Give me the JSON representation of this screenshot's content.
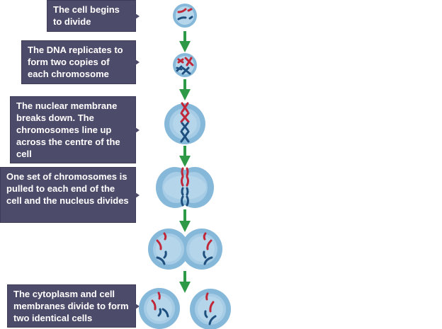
{
  "title": "Stages of cell division (mitosis)",
  "steps": [
    {
      "label": "The cell begins to divide"
    },
    {
      "label": "The DNA replicates to form two copies of each chromosome"
    },
    {
      "label": "The nuclear membrane breaks down. The chromosomes line up across the centre of the cell"
    },
    {
      "label": "One set of chromosomes is pulled to each end of the cell and the nucleus divides"
    },
    {
      "label": "The cytoplasm and cell membranes divide to form two identical cells"
    }
  ],
  "colors": {
    "box": "#4d4b6a",
    "arrow": "#2e9a47",
    "cell_outer": "#86b8da",
    "cell_inner": "#b5d6ea",
    "chromosome_red": "#c0283a",
    "chromosome_blue": "#1e4f7e"
  }
}
